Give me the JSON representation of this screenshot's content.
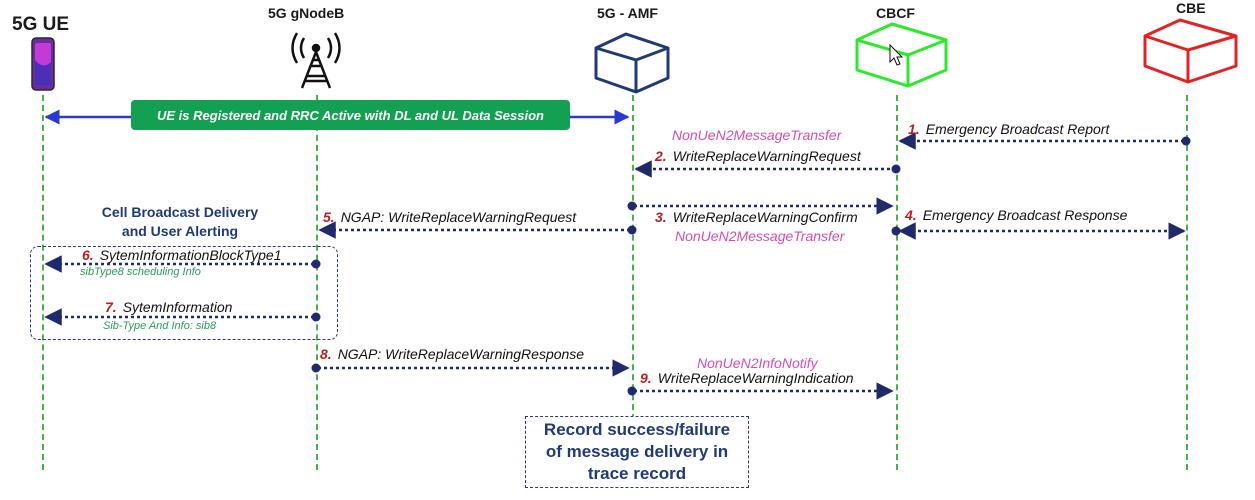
{
  "entities": {
    "ue": "5G UE",
    "gnodeb": "5G gNodeB",
    "amf": "5G - AMF",
    "cbcf": "CBCF",
    "cbe": "CBE"
  },
  "banner": "UE is Registered and RRC Active with DL and UL Data Session",
  "alert_title_line1": "Cell Broadcast Delivery",
  "alert_title_line2": "and User Alerting",
  "messages": [
    {
      "num": "1.",
      "text": "Emergency Broadcast Report"
    },
    {
      "num": "2.",
      "text": "WriteReplaceWarningRequest"
    },
    {
      "num": "3.",
      "text": "WriteReplaceWarningConfirm"
    },
    {
      "num": "4.",
      "text": "Emergency Broadcast Response"
    },
    {
      "num": "5.",
      "text": "NGAP: WriteReplaceWarningRequest"
    },
    {
      "num": "6.",
      "text": "SytemInformationBlockType1"
    },
    {
      "num": "7.",
      "text": "SytemInformation"
    },
    {
      "num": "8.",
      "text": "NGAP: WriteReplaceWarningResponse"
    },
    {
      "num": "9.",
      "text": "WriteReplaceWarningIndication"
    }
  ],
  "annotations": {
    "nonue_1": "NonUeN2MessageTransfer",
    "nonue_2": "NonUeN2MessageTransfer",
    "info_notify": "NonUeN2InfoNotify",
    "sib1_info": "sibType8 scheduling Info",
    "sib_info": "Sib-Type And Info: sib8"
  },
  "record_box": {
    "line1": "Record success/failure",
    "line2": "of message delivery in",
    "line3": "trace record"
  },
  "colors": {
    "lifeline": "#4ab04a",
    "arrow": "#1f2a6b",
    "banner": "#13a052",
    "cbcf_box": "#2ee82e",
    "cbe_box": "#e02424",
    "amf_box": "#1f3a75",
    "number": "#b22222",
    "annotation": "#d24fb0"
  }
}
